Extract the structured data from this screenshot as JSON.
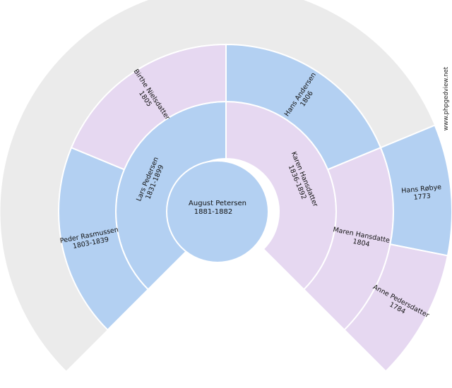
{
  "colors": {
    "male": "#b3d0f2",
    "female": "#e6d8f1",
    "empty": "#ebebeb",
    "stroke": "#ffffff"
  },
  "watermark": "www.phpgedview.net",
  "root": {
    "name": "August Petersen",
    "dates": "1881-1882"
  },
  "ancestors": [
    {
      "id": "father",
      "name": "Lars Pedersen",
      "dates": "1831-1899",
      "sex": "M"
    },
    {
      "id": "mother",
      "name": "Karen Hansdatter",
      "dates": "1836-1892",
      "sex": "F"
    },
    {
      "id": "paternal-grandfather",
      "name": "Peder Rasmussen",
      "dates": "1803-1839",
      "sex": "M"
    },
    {
      "id": "paternal-grandmother",
      "name": "Birthe Nielsdatter",
      "dates": "1805",
      "sex": "F"
    },
    {
      "id": "maternal-grandfather",
      "name": "Hans Andersen",
      "dates": "1806",
      "sex": "M"
    },
    {
      "id": "maternal-grandmother",
      "name": "Maren Hansdatter",
      "dates": "1804",
      "sex": "F"
    },
    {
      "id": "maternal-great-grandfather",
      "name": "Hans Røbye",
      "dates": "1773",
      "sex": "M"
    },
    {
      "id": "maternal-great-grandmother",
      "name": "Anne Pedersdatter",
      "dates": "1784",
      "sex": "F"
    }
  ]
}
